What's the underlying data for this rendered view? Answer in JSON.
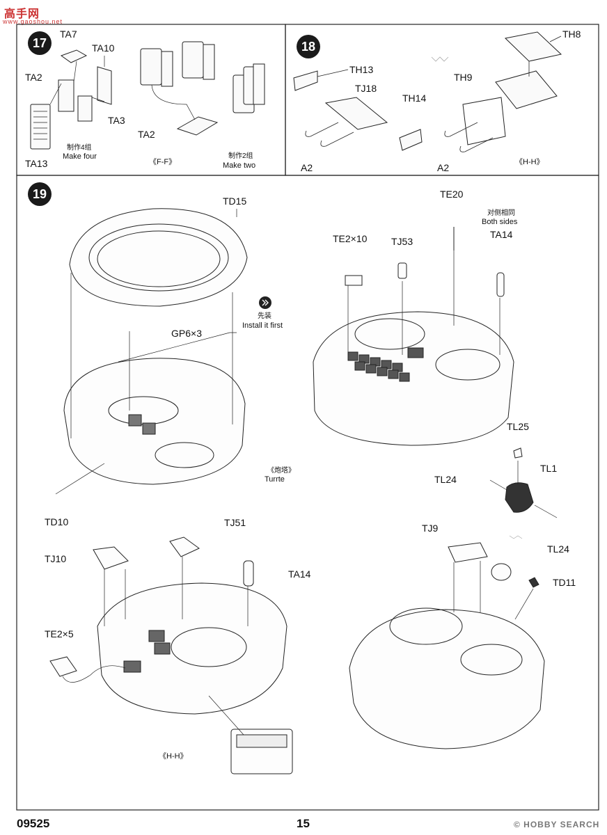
{
  "watermark_top": "高手网",
  "watermark_top_url": "www.gaoshou.net",
  "steps": [
    {
      "number": "17",
      "labels": [
        "TA7",
        "TA10",
        "TA2",
        "TA3",
        "TA13",
        "TA2"
      ],
      "note_cn": "制作4组",
      "note_en": "Make four",
      "view": "《F-F》",
      "note2_cn": "制作2组",
      "note2_en": "Make two"
    },
    {
      "number": "18",
      "labels": [
        "TH8",
        "TH13",
        "TJ18",
        "TH14",
        "TH9",
        "A2",
        "A2"
      ],
      "view": "《H-H》"
    },
    {
      "number": "19"
    }
  ],
  "step19": {
    "td15": "TD15",
    "gp6": "GP6×3",
    "install_cn": "先装",
    "install_en": "Install it first",
    "turret_cn": "《炮塔》",
    "turret_en": "Turrte",
    "td10": "TD10",
    "te20": "TE20",
    "both_cn": "对侧相同",
    "both_en": "Both sides",
    "ta14_a": "TA14",
    "te2x10": "TE2×10",
    "tj53": "TJ53",
    "tl25": "TL25",
    "tl1": "TL1",
    "tl24_a": "TL24",
    "tl24_b": "TL24",
    "tj51": "TJ51",
    "tj10": "TJ10",
    "ta14_b": "TA14",
    "te2x5": "TE2×5",
    "hh": "《H-H》",
    "tj9": "TJ9",
    "td11": "TD11"
  },
  "footer": {
    "code": "09525",
    "page": "15",
    "watermark": "© HOBBY SEARCH"
  }
}
